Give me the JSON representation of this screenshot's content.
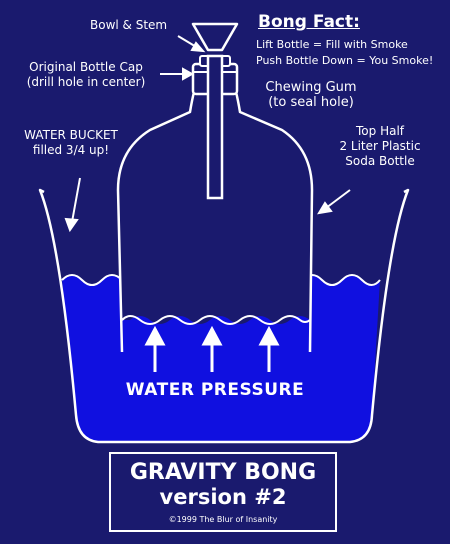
{
  "labels": {
    "bowl_stem": "Bowl & Stem",
    "bottle_cap": [
      "Original Bottle Cap",
      "(drill hole in center)"
    ],
    "chewing_gum": [
      "Chewing Gum",
      "(to seal hole)"
    ],
    "water_bucket": [
      "WATER BUCKET",
      "filled 3/4 up!"
    ],
    "top_half": [
      "Top Half",
      "2 Liter Plastic",
      "Soda Bottle"
    ],
    "water_pressure": "WATER PRESSURE"
  },
  "bong_fact": {
    "title": "Bong Fact:",
    "lines": [
      "Lift Bottle = Fill with Smoke",
      "Push Bottle Down = You Smoke!"
    ]
  },
  "title_box": {
    "title": "GRAVITY BONG",
    "subtitle": "version #2",
    "copyright": "©1999 The Blur of Insanity"
  },
  "colors": {
    "background": "#1a1a6e",
    "water": "#1010e0",
    "line": "#ffffff"
  }
}
